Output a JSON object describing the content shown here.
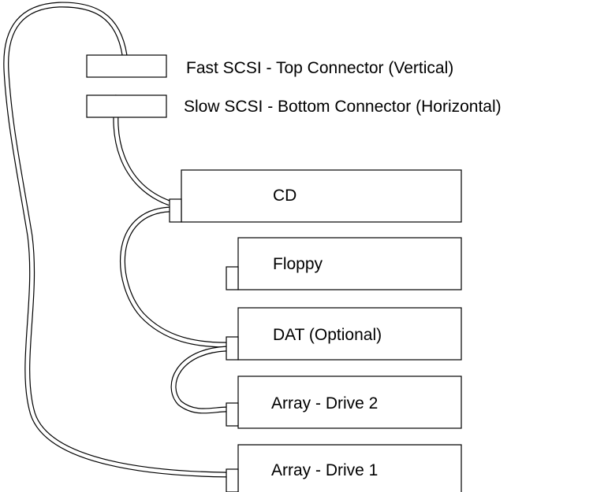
{
  "connectors": {
    "fast_label": "Fast SCSI - Top Connector (Vertical)",
    "slow_label": "Slow SCSI - Bottom Connector (Horizontal)"
  },
  "devices": {
    "cd": "CD",
    "floppy": "Floppy",
    "dat": "DAT (Optional)",
    "array2": "Array - Drive 2",
    "array1": "Array - Drive 1"
  }
}
